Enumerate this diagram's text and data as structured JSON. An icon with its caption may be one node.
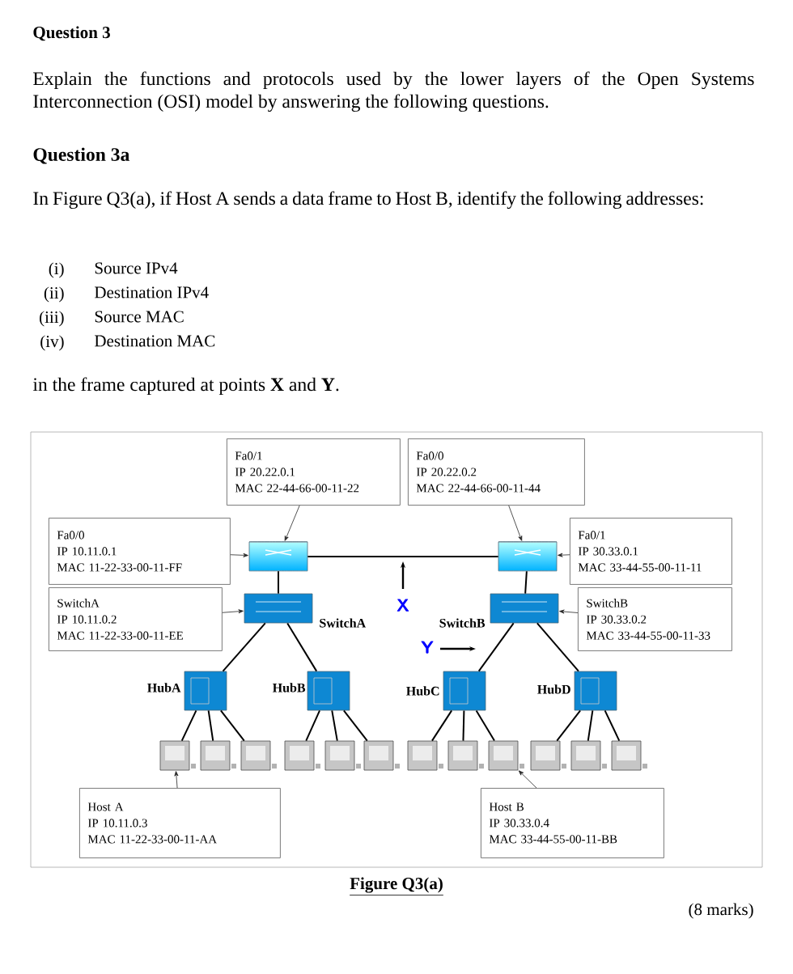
{
  "diagram": {
    "title": "Question 3",
    "caption": "Figure Q3(a)",
    "nodes": [
      {
        "text": [
          "Fa0/1",
          "IP 20.22.0.1",
          "MAC 22-44-66-00-11-22"
        ]
      },
      {
        "text": [
          "Fa0/0",
          "IP 20.22.0.2",
          "MAC 22-44-66-00-11-44"
        ]
      },
      {
        "text": [
          "Fa0/0",
          "IP 10.11.0.1",
          "MAC 11-22-33-00-11-FF"
        ]
      },
      {
        "text": [],
        "shape": "cylinder"
      },
      {
        "text": [],
        "shape": "cylinder"
      },
      {
        "text": [
          "Fa0/1",
          "IP 30.33.0.1",
          "MAC 33-44-55-00-11-11"
        ]
      },
      {
        "text": [
          "SwitchA",
          "IP 10.11.0.2",
          "MAC 11-22-33-00-11-EE"
        ]
      },
      {
        "text": [],
        "shape": "box",
        "beside": [
          "SwitchA"
        ]
      },
      {
        "text": [],
        "shape": "box",
        "beside": [
          "SwitchB"
        ]
      },
      {
        "text": [
          "SwitchB",
          "IP 30.33.0.2",
          "MAC 33-44-55-00-11-33"
        ]
      },
      {
        "text": [],
        "shape": "box",
        "beside": [
          "HubA"
        ]
      },
      {
        "text": [],
        "shape": "box",
        "beside": [
          "HubB"
        ]
      },
      {
        "text": [],
        "shape": "box",
        "beside": [
          "HubC"
        ]
      },
      {
        "text": [],
        "shape": "box",
        "beside": [
          "HubD"
        ]
      },
      {
        "text": [],
        "shape": "computer"
      },
      {
        "text": [],
        "shape": "computer"
      },
      {
        "text": [],
        "shape": "computer"
      },
      {
        "text": [],
        "shape": "computer"
      },
      {
        "text": [],
        "shape": "computer"
      },
      {
        "text": [],
        "shape": "computer"
      },
      {
        "text": [],
        "shape": "computer"
      },
      {
        "text": [],
        "shape": "computer"
      },
      {
        "text": [],
        "shape": "computer"
      },
      {
        "text": [],
        "shape": "computer"
      },
      {
        "text": [],
        "shape": "computer"
      },
      {
        "text": [],
        "shape": "computer"
      },
      {
        "text": [
          "Host A",
          "IP 10.11.0.3",
          "MAC 11-22-33-00-11-AA"
        ]
      },
      {
        "text": [
          "Host B",
          "IP 30.33.0.4",
          "MAC 33-44-55-00-11-BB"
        ]
      },
      {
        "text": [
          "X"
        ]
      },
      {
        "text": [
          "Y"
        ]
      }
    ],
    "edges": [
      {
        "from": 0,
        "to": 3,
        "arrow": "to"
      },
      {
        "from": 1,
        "to": 4,
        "arrow": "to"
      },
      {
        "from": 2,
        "to": 3,
        "arrow": "to"
      },
      {
        "from": 5,
        "to": 4,
        "arrow": "to"
      },
      {
        "from": 3,
        "to": 4,
        "arrow": "none"
      },
      {
        "from": 6,
        "to": 7,
        "arrow": "to"
      },
      {
        "from": 9,
        "to": 8,
        "arrow": "to"
      },
      {
        "from": 3,
        "to": 7,
        "arrow": "none"
      },
      {
        "from": 4,
        "to": 8,
        "arrow": "none"
      },
      {
        "from": 7,
        "to": 10,
        "arrow": "none"
      },
      {
        "from": 7,
        "to": 11,
        "arrow": "none"
      },
      {
        "from": 8,
        "to": 12,
        "arrow": "none"
      },
      {
        "from": 8,
        "to": 13,
        "arrow": "none"
      },
      {
        "from": 10,
        "to": 14,
        "arrow": "none"
      },
      {
        "from": 10,
        "to": 15,
        "arrow": "none"
      },
      {
        "from": 10,
        "to": 16,
        "arrow": "none"
      },
      {
        "from": 11,
        "to": 17,
        "arrow": "none"
      },
      {
        "from": 11,
        "to": 18,
        "arrow": "none"
      },
      {
        "from": 11,
        "to": 19,
        "arrow": "none"
      },
      {
        "from": 12,
        "to": 20,
        "arrow": "none"
      },
      {
        "from": 12,
        "to": 21,
        "arrow": "none"
      },
      {
        "from": 12,
        "to": 22,
        "arrow": "none"
      },
      {
        "from": 13,
        "to": 23,
        "arrow": "none"
      },
      {
        "from": 13,
        "to": 24,
        "arrow": "none"
      },
      {
        "from": 13,
        "to": 25,
        "arrow": "none"
      },
      {
        "from": 26,
        "to": 14,
        "arrow": "to"
      },
      {
        "from": 27,
        "to": 22,
        "arrow": "to"
      },
      {
        "from": 28,
        "to": null,
        "arrow": "to"
      },
      {
        "from": 29,
        "to": null,
        "arrow": "to"
      }
    ],
    "labels": [
      "Explain the functions and protocols used by the lower layers of the Open Systems Interconnection (OSI) model by answering the following questions.",
      "Question 3a",
      "In Figure Q3(a), if Host A sends a data frame to Host B, identify the following addresses:",
      "(i)",
      "Source IPv4",
      "(ii)",
      "Destination IPv4",
      "(iii)",
      "Source MAC",
      "(iv)",
      "Destination MAC",
      "in the frame captured at points **X** and **Y**.",
      "(8 marks)"
    ]
  }
}
